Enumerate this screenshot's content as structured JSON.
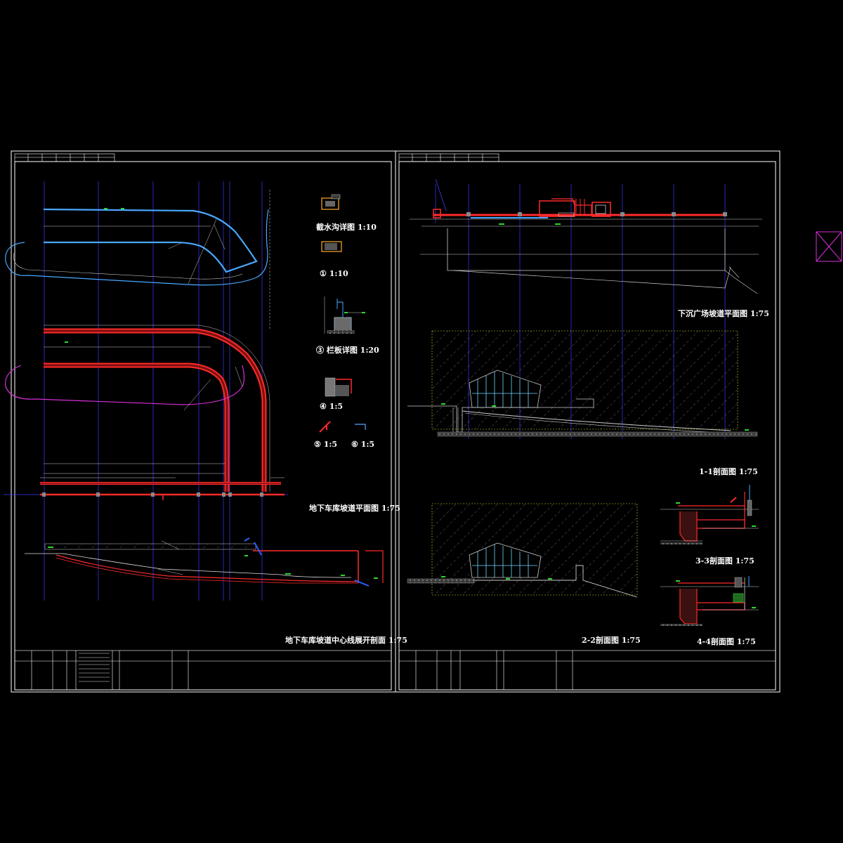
{
  "sheets": {
    "left": {
      "details": {
        "drain_detail": "截水沟详图 1:10",
        "detail_a": "① 1:10",
        "railing_detail": "③ 栏板详图  1:20",
        "detail_c": "④ 1:5",
        "detail_d": "⑤ 1:5",
        "detail_e": "⑥ 1:5"
      },
      "plan_title": "地下车库坡道平面图   1:75",
      "section_title": "地下车库坡道中心线展开剖面   1:75"
    },
    "right": {
      "plan_title": "下沉广场坡道平面图   1:75",
      "section_1_title": "1-1剖面图   1:75",
      "section_2_title": "2-2剖面图   1:75",
      "section_3_title": "3-3剖面图   1:75",
      "section_4_title": "4-4剖面图   1:75"
    }
  },
  "colors": {
    "background": "#000000",
    "frame": "#ffffff",
    "axis": "#3b3bff",
    "wall_red": "#ff2a2a",
    "wall_fill": "#7a1010",
    "outline_blue": "#49a8ff",
    "magenta": "#d92fd9",
    "hatch": "#b0b0b0",
    "glass": "#6fd6ff",
    "green": "#2fd62f",
    "yellow": "#d6d62f"
  }
}
